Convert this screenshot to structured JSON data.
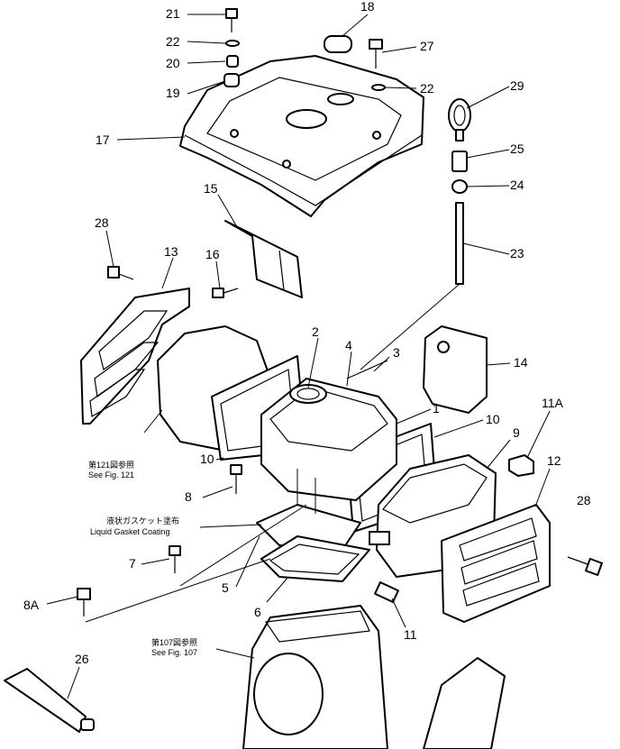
{
  "labels": {
    "l1": "1",
    "l2": "2",
    "l3": "3",
    "l4": "4",
    "l5": "5",
    "l6": "6",
    "l7": "7",
    "l8": "8",
    "l8a": "8A",
    "l9": "9",
    "l10a": "10",
    "l10b": "10",
    "l11": "11",
    "l11a": "11A",
    "l12": "12",
    "l13": "13",
    "l14": "14",
    "l15": "15",
    "l16": "16",
    "l17": "17",
    "l18": "18",
    "l19": "19",
    "l20": "20",
    "l21": "21",
    "l22a": "22",
    "l22b": "22",
    "l23": "23",
    "l24": "24",
    "l25": "25",
    "l26": "26",
    "l27": "27",
    "l28a": "28",
    "l28b": "28",
    "l29": "29"
  },
  "notes": {
    "fig121_jp": "第121図参照",
    "fig121_en": "See Fig. 121",
    "gasket_jp": "液状ガスケット塗布",
    "gasket_en": "Liquid Gasket Coating",
    "fig107_jp": "第107図参照",
    "fig107_en": "See Fig. 107"
  }
}
